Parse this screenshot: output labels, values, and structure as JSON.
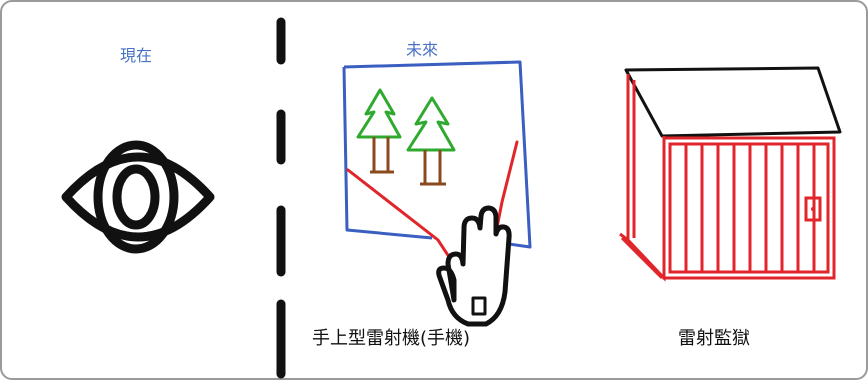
{
  "labels": {
    "now": "現在",
    "future": "未來",
    "handheld_laser": "手上型雷射機(手機)",
    "laser_prison": "雷射監獄"
  },
  "colors": {
    "section_label": "#4a72c4",
    "divider": "#111111",
    "frame": "#3b5fc0",
    "tree": "#2faa2f",
    "trunk": "#8b4a1e",
    "laser": "#e0262b",
    "prison": "#e0262b",
    "ink": "#111111"
  },
  "icons": [
    "eye-icon",
    "hand-icon",
    "tree-icon",
    "prison-icon"
  ]
}
